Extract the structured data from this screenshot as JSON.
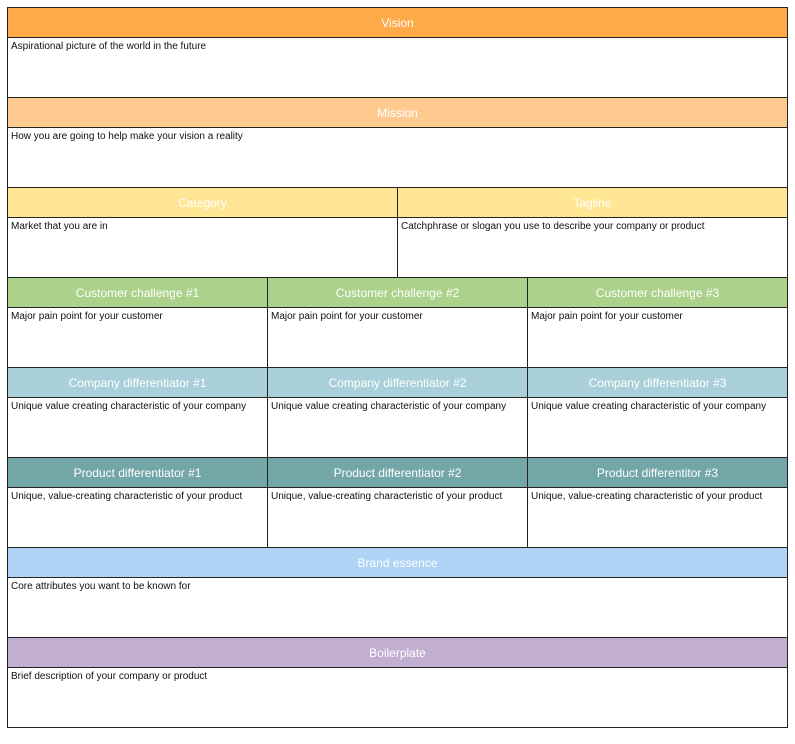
{
  "vision": {
    "label": "Vision",
    "desc": "Aspirational picture of the world in the future",
    "color": "#FFAA48"
  },
  "mission": {
    "label": "Mission",
    "desc": "How you are going to help make your vision a reality",
    "color": "#FFCA90"
  },
  "category": {
    "label": "Category",
    "desc": "Market that you are in",
    "color": "#FFE594"
  },
  "tagline": {
    "label": "Tagline",
    "desc": "Catchphrase or slogan you use to describe your company or product",
    "color": "#FFE594"
  },
  "customer_challenges": [
    {
      "label": "Customer challenge #1",
      "desc": "Major pain point for your customer"
    },
    {
      "label": "Customer challenge #2",
      "desc": "Major pain point for your customer"
    },
    {
      "label": "Customer challenge #3",
      "desc": "Major pain point for your customer"
    }
  ],
  "company_differentiators": [
    {
      "label": "Company differentiator #1",
      "desc": "Unique value creating characteristic of your company"
    },
    {
      "label": "Company differentiator #2",
      "desc": "Unique value creating characteristic of your company"
    },
    {
      "label": "Company differentiator #3",
      "desc": "Unique value creating characteristic of your company"
    }
  ],
  "product_differentiators": [
    {
      "label": "Product differentiator #1",
      "desc": "Unique, value-creating characteristic of your product"
    },
    {
      "label": "Product differentiator #2",
      "desc": "Unique, value-creating characteristic of your product"
    },
    {
      "label": "Product differentitor #3",
      "desc": "Unique, value-creating characteristic of your product"
    }
  ],
  "brand_essence": {
    "label": "Brand essence",
    "desc": "Core attributes you want to be known for",
    "color": "#B0D4F5"
  },
  "boilerplate": {
    "label": "Boilerplate",
    "desc": "Brief description of your company or product",
    "color": "#C2AED0"
  }
}
